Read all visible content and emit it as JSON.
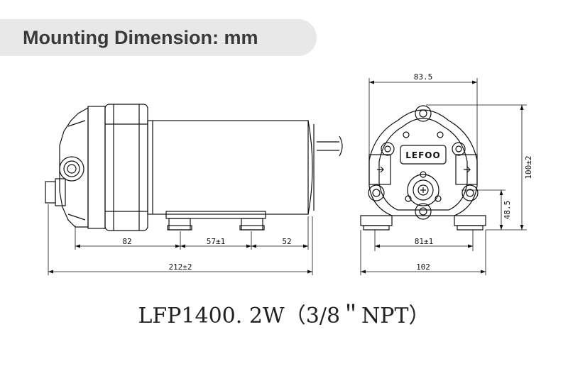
{
  "header": {
    "title": "Mounting Dimension: mm"
  },
  "side_view": {
    "dims": {
      "d1": "82",
      "d2": "57±1",
      "d3": "52",
      "total": "212±2"
    }
  },
  "front_view": {
    "brand": "LEFOO",
    "dims": {
      "width": "83.5",
      "height": "100±2",
      "center_height": "48.5",
      "hole_spacing": "81±1",
      "base_width": "102"
    }
  },
  "model_label": "LFP1400. 2W（3/8＂NPT）",
  "colors": {
    "header_bg": "#e8e8e8",
    "header_text": "#3a3a3a",
    "line": "#111111"
  }
}
